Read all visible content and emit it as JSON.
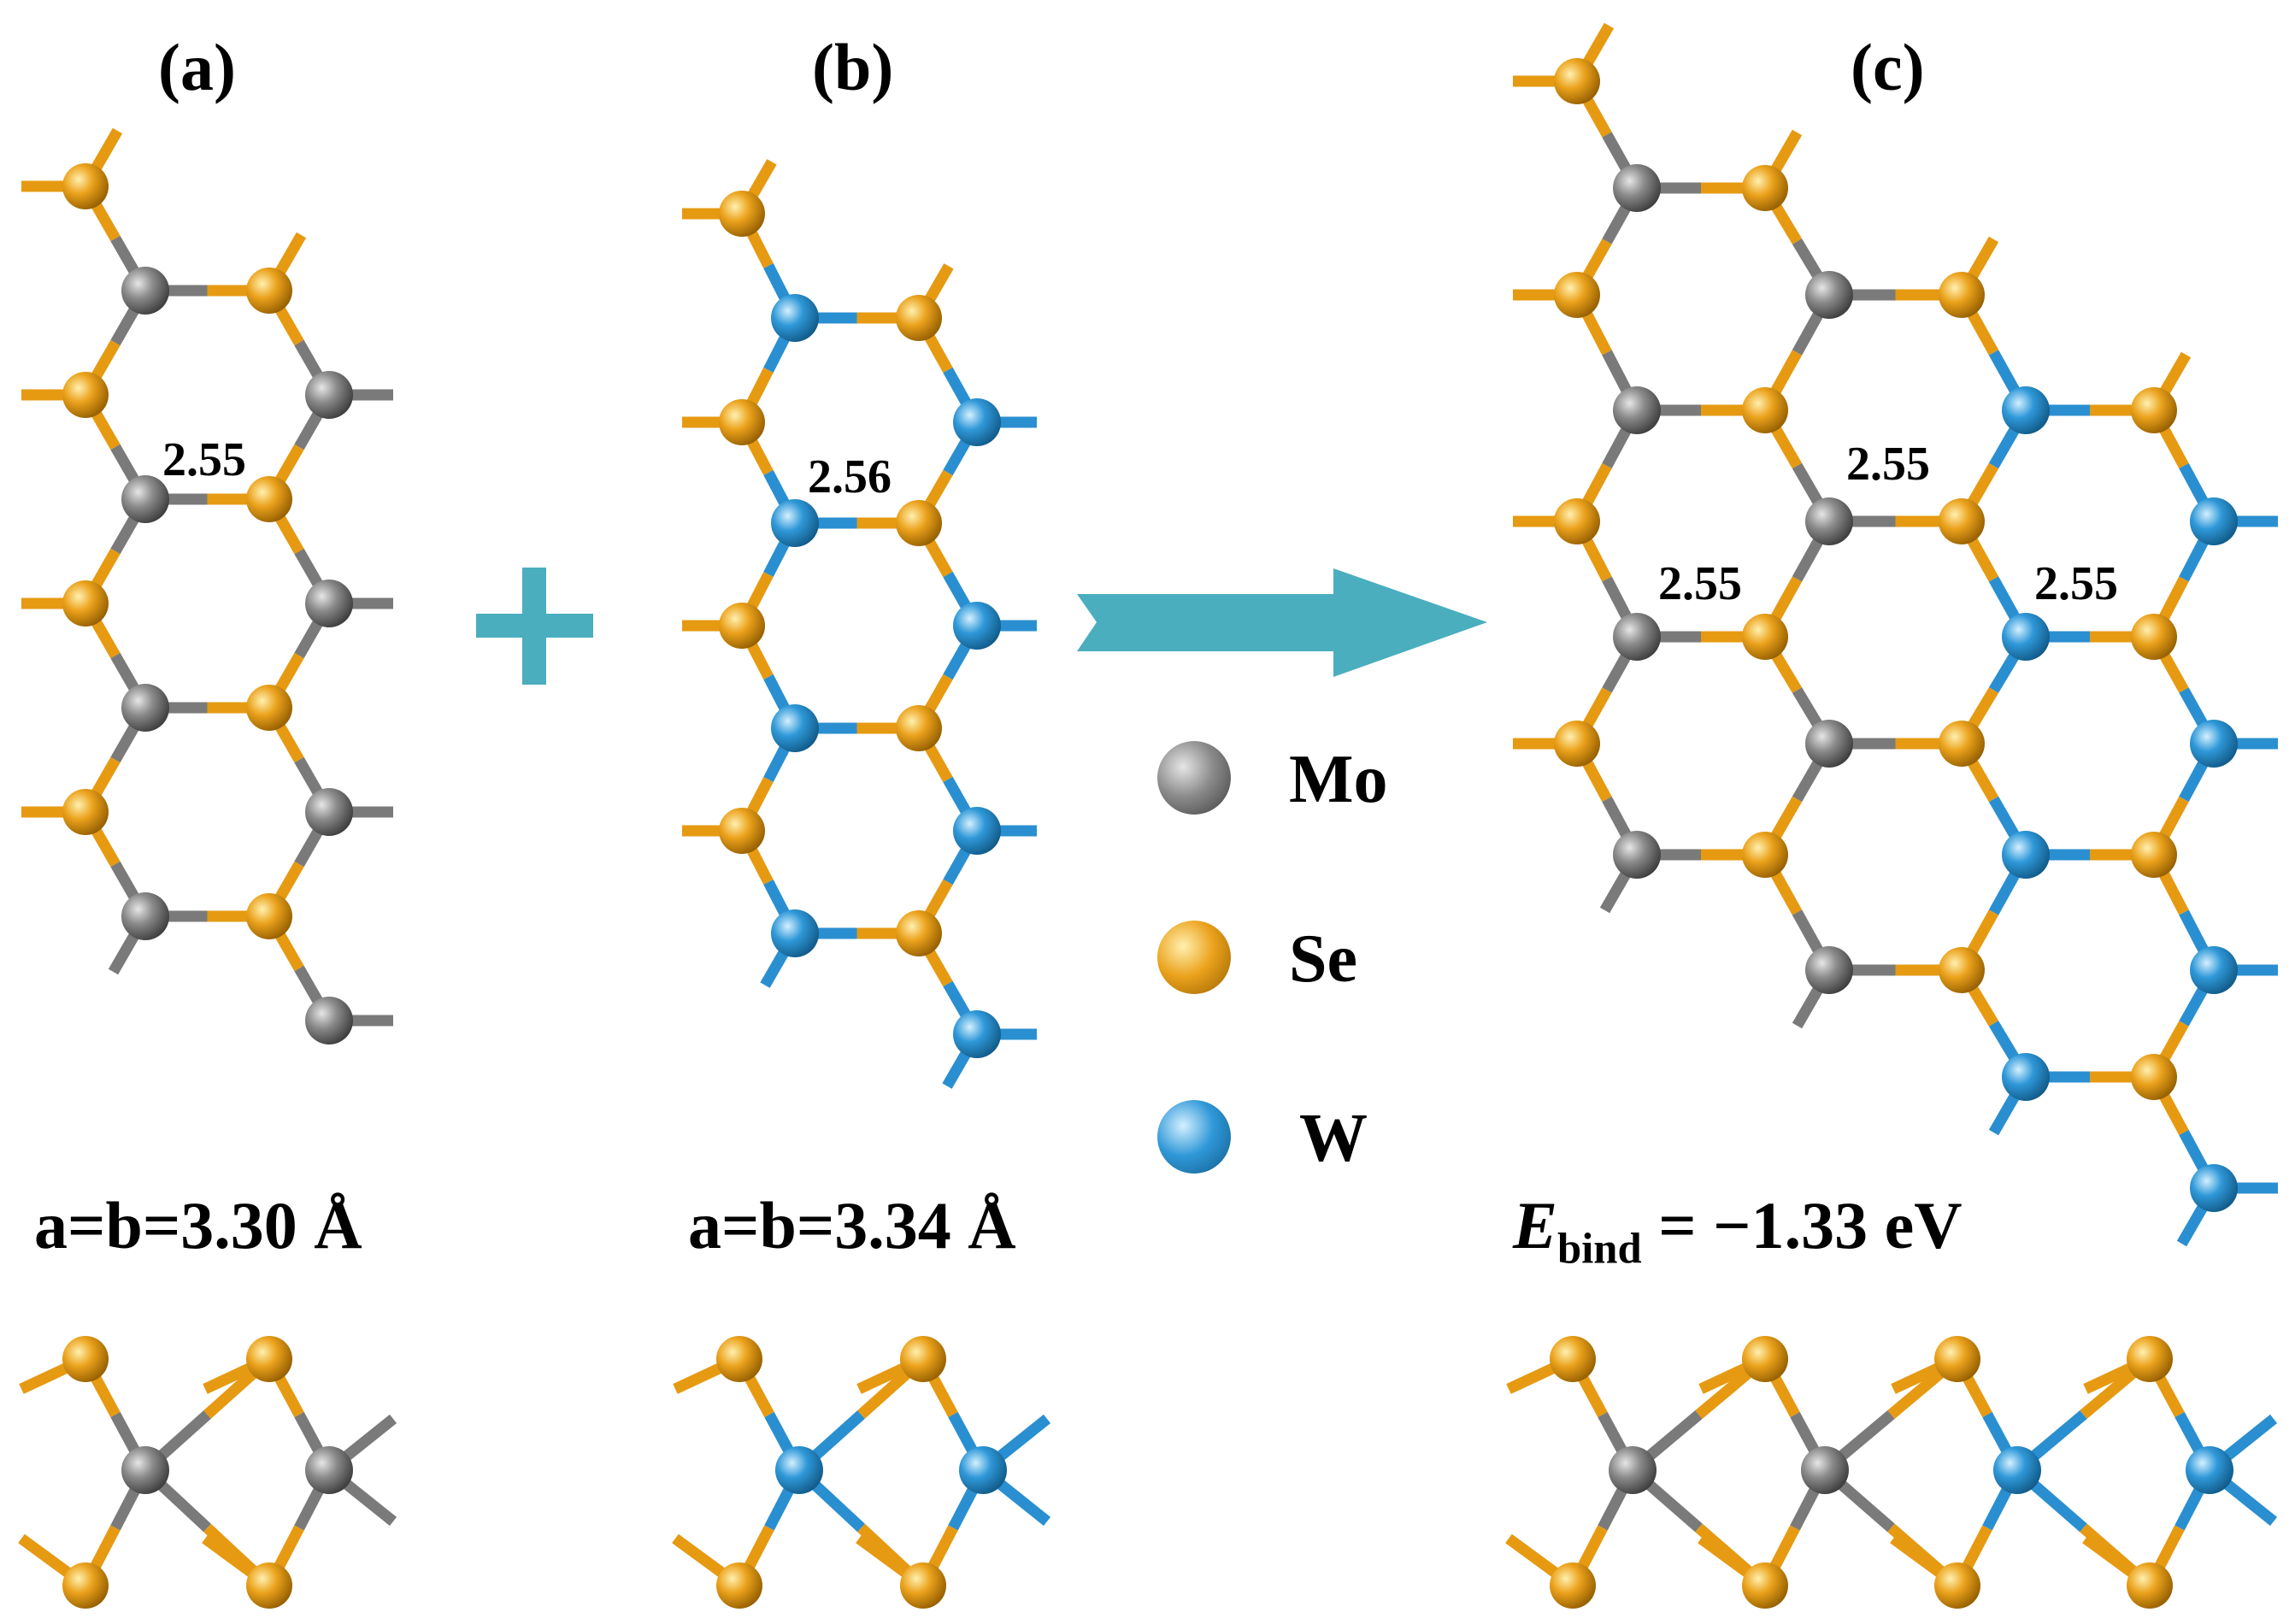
{
  "panels": {
    "a": {
      "label": "(a)",
      "lattice": "a=b=3.30 Å",
      "bond": "2.55"
    },
    "b": {
      "label": "(b)",
      "lattice": "a=b=3.34 Å",
      "bond": "2.56"
    },
    "c": {
      "label": "(c)",
      "bonds": [
        "2.55",
        "2.55",
        "2.55"
      ],
      "energy": {
        "symbol": "E",
        "subscript": "bind",
        "value": "= −1.33 eV"
      }
    }
  },
  "legend": [
    {
      "element": "Mo",
      "color": "#7a7a7a"
    },
    {
      "element": "Se",
      "color": "#e69a12"
    },
    {
      "element": "W",
      "color": "#2a8fd0"
    }
  ],
  "colors": {
    "mo": "#7a7a7a",
    "se": "#e69a12",
    "w": "#2a8fd0",
    "arrow": "#4aaebf",
    "plus": "#4aaebf"
  },
  "icons": {
    "plus": "plus-icon",
    "arrow": "arrow-right-icon"
  }
}
